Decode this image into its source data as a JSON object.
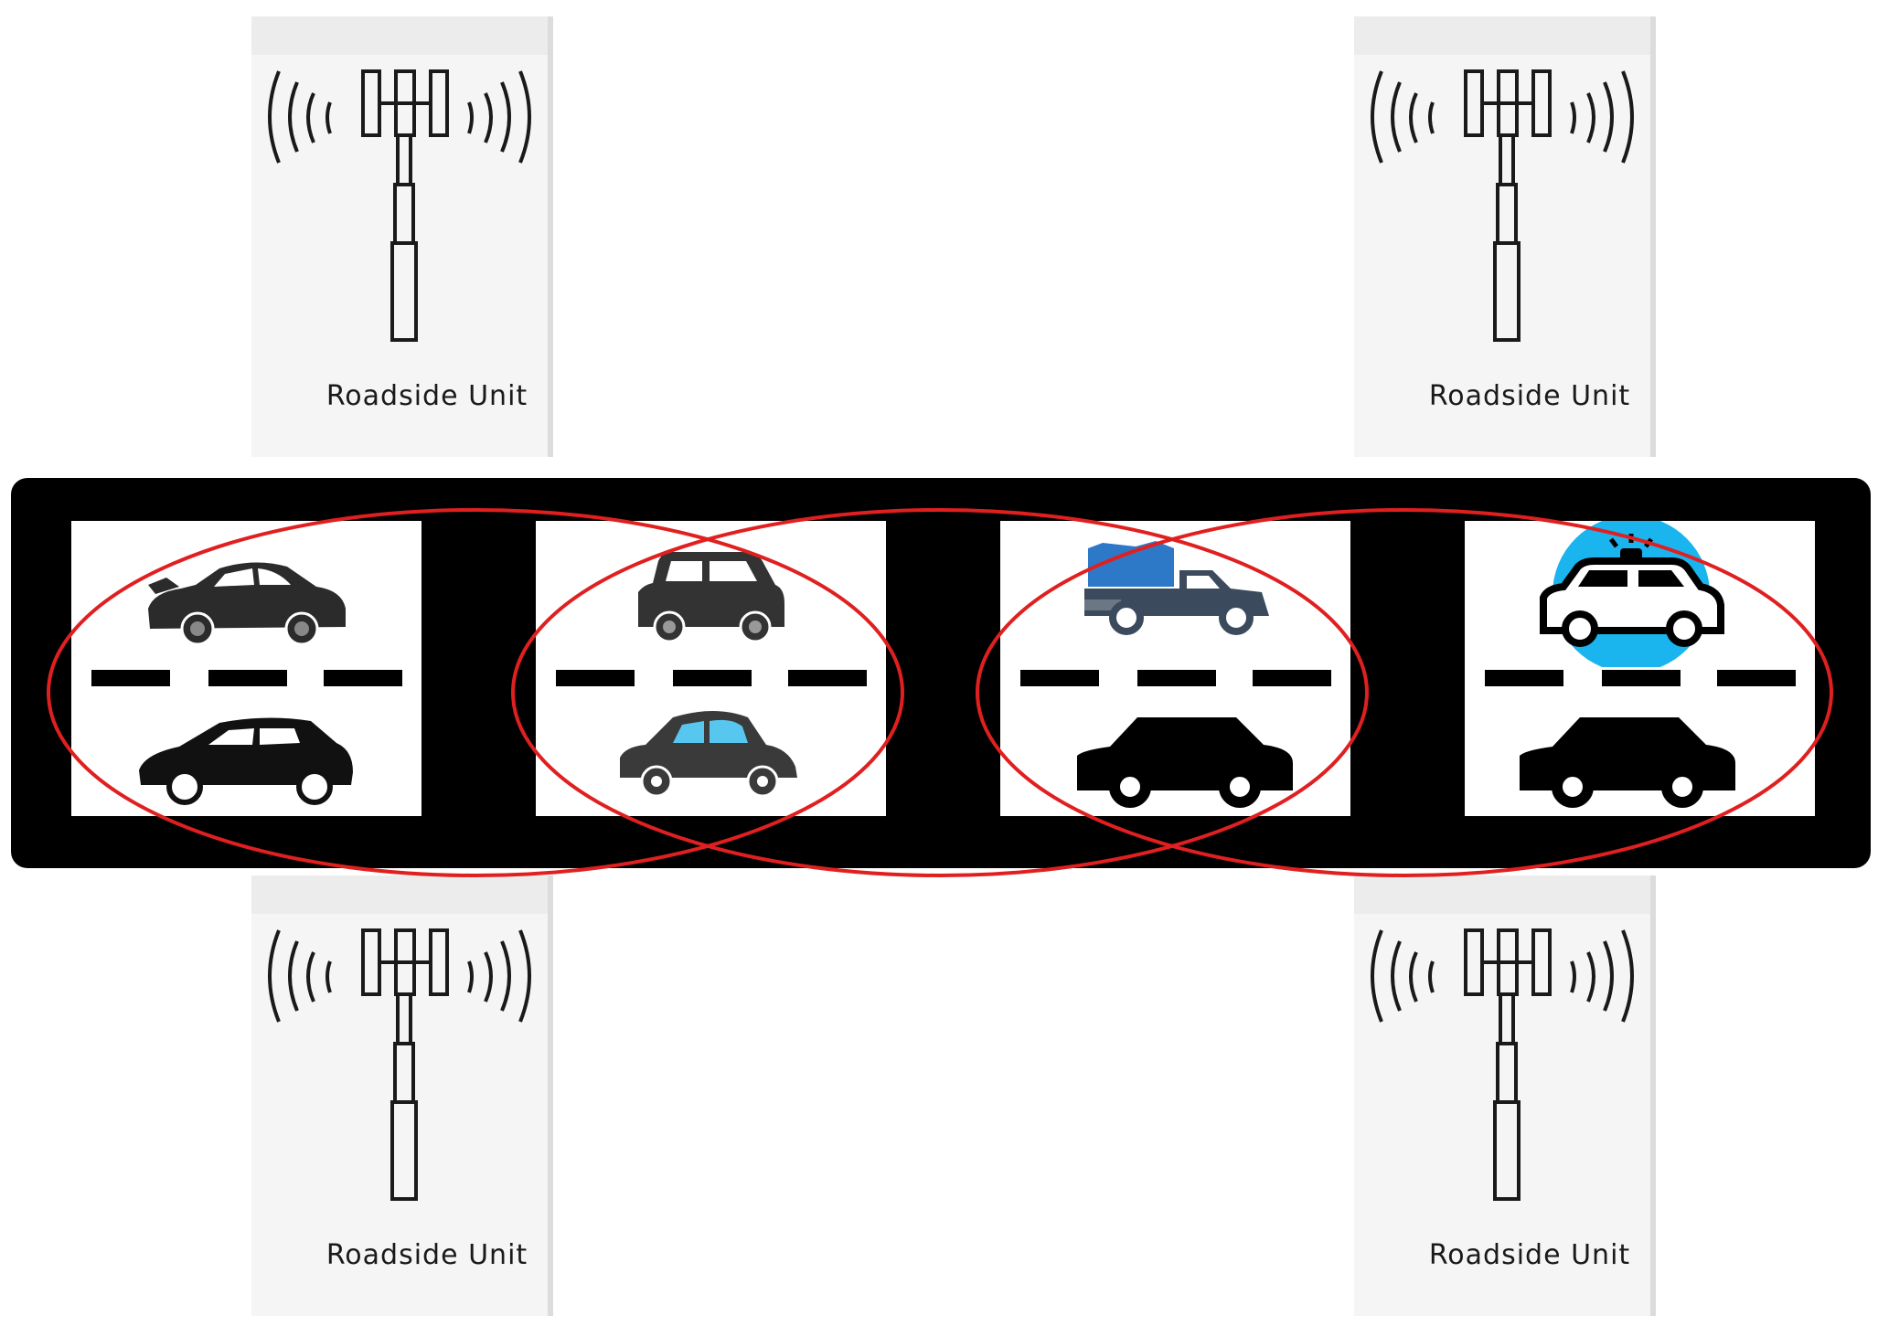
{
  "roadside_units": [
    {
      "label": "Roadside Unit"
    },
    {
      "label": "Roadside Unit"
    },
    {
      "label": "Roadside Unit"
    },
    {
      "label": "Roadside Unit"
    }
  ],
  "colors": {
    "road": "#000000",
    "coverage_ellipse": "#e02020",
    "truck_cargo": "#2e78c8",
    "police_circle": "#1ab4ee"
  },
  "icons": [
    "cell-tower-icon",
    "sports-car-icon",
    "hatchback-icon",
    "compact-car-icon",
    "vintage-car-icon",
    "pickup-truck-icon",
    "sedan-icon",
    "police-car-icon"
  ]
}
